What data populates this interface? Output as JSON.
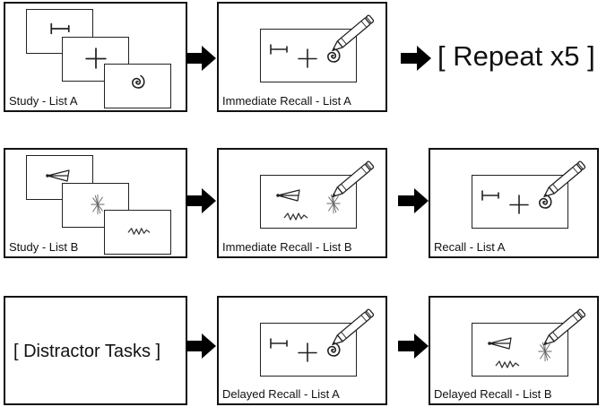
{
  "row1": {
    "study_label": "Study - List A",
    "recall_label": "Immediate Recall - List A",
    "repeat_text": "[ Repeat x5 ]"
  },
  "row2": {
    "study_label": "Study - List B",
    "recall_label": "Immediate Recall - List B",
    "recall_a_label": "Recall - List A"
  },
  "row3": {
    "distractor_text": "[ Distractor Tasks ]",
    "delayed_a_label": "Delayed Recall - List A",
    "delayed_b_label": "Delayed Recall - List B"
  },
  "icons": [
    "arrow-right-icon",
    "pencil-icon",
    "figure-t-icon",
    "figure-cross-icon",
    "figure-spiral-icon",
    "figure-triangle-icon",
    "figure-starburst-icon",
    "figure-zigzag-icon"
  ]
}
